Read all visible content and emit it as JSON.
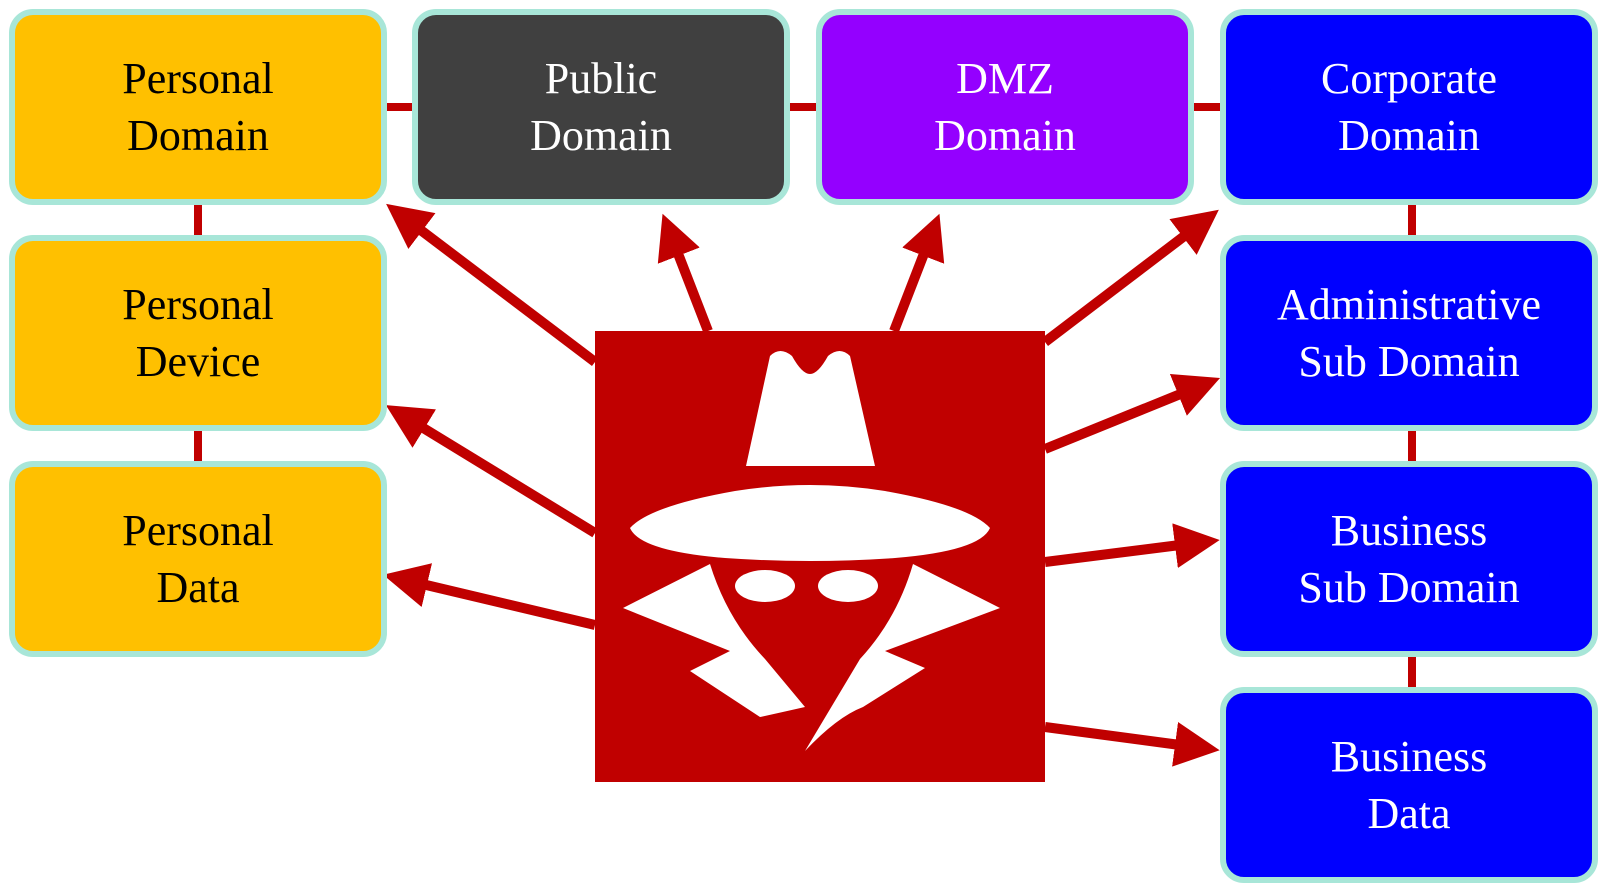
{
  "colors": {
    "personal": "#ffc000",
    "public": "#404040",
    "dmz": "#9400ff",
    "corporate": "#0000ff",
    "box_border": "#a8e6d8",
    "attack": "#c00000",
    "icon": "#ffffff"
  },
  "domains": {
    "personal_domain": {
      "line1": "Personal",
      "line2": "Domain"
    },
    "personal_device": {
      "line1": "Personal",
      "line2": "Device"
    },
    "personal_data": {
      "line1": "Personal",
      "line2": "Data"
    },
    "public_domain": {
      "line1": "Public",
      "line2": "Domain"
    },
    "dmz_domain": {
      "line1": "DMZ",
      "line2": "Domain"
    },
    "corporate_domain": {
      "line1": "Corporate",
      "line2": "Domain"
    },
    "administrative_sub_domain": {
      "line1": "Administrative",
      "line2": "Sub Domain"
    },
    "business_sub_domain": {
      "line1": "Business",
      "line2": "Sub Domain"
    },
    "business_data": {
      "line1": "Business",
      "line2": "Data"
    }
  },
  "attacker": {
    "icon": "spy-hat-icon"
  }
}
